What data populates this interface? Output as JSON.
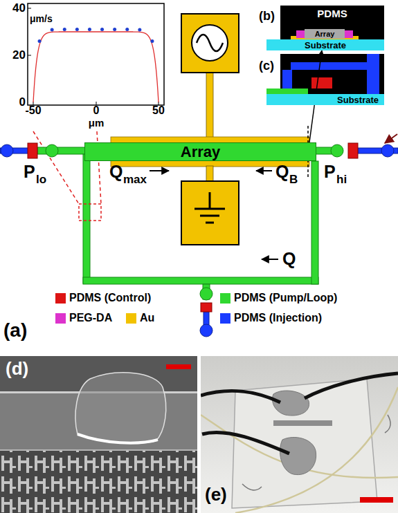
{
  "diagram": {
    "nodes": [
      {
        "text": [
          "PDMS"
        ]
      },
      {
        "text": [
          "Array"
        ],
        "in": 0
      },
      {
        "text": [
          "Substrate"
        ]
      },
      {
        "text": [
          "Substrate"
        ]
      },
      {
        "text": [
          "Array"
        ]
      }
    ],
    "edges": [
      {
        "from": 4,
        "to": 2,
        "arrow": "to"
      }
    ],
    "labels": [
      "40",
      "20",
      "0",
      "μm/s",
      "-50",
      "0",
      "50",
      "μm",
      "(b)",
      "(c)",
      "P",
      "lo",
      "Q",
      "max",
      "Q",
      "B",
      "P",
      "hi",
      "Q",
      "(a)",
      "(d)",
      "(e)"
    ],
    "legend": [
      {
        "text": "PDMS (Control)",
        "color": "#dd1414"
      },
      {
        "text": "PDMS (Pump/Loop)",
        "color": "#30d830"
      },
      {
        "text": "PEG-DA",
        "color": "#dd33cc"
      },
      {
        "text": "Au",
        "color": "#f2c200"
      },
      {
        "text": "PDMS (Injection)",
        "color": "#1a3cff"
      }
    ]
  }
}
